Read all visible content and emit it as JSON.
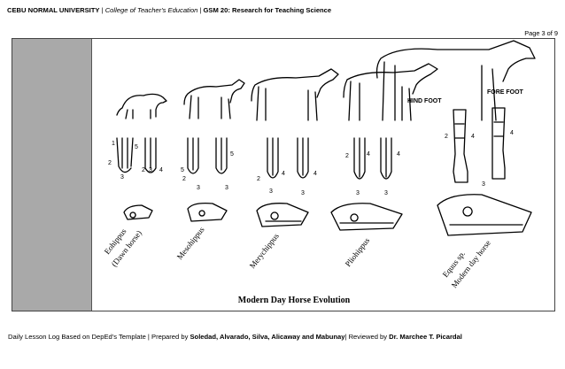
{
  "header": {
    "university": "CEBU NORMAL UNIVERSITY",
    "sep1": " | ",
    "college": "College of Teacher's Education",
    "sep2": " | ",
    "course": "GSM 20: Research for Teaching Science"
  },
  "page_number": "Page 3 of 9",
  "figure": {
    "title": "Modern Day Horse Evolution",
    "hind_foot": "HIND FOOT",
    "fore_foot": "FORE FOOT",
    "species": [
      {
        "name": "Eohippus",
        "alt": "(Dawn horse)"
      },
      {
        "name": "Mesohippus"
      },
      {
        "name": "Merychippus"
      },
      {
        "name": "Pliohippus"
      },
      {
        "name": "Equus sp.",
        "alt": "Modern day horse"
      }
    ],
    "digit_labels": [
      "1",
      "2",
      "3",
      "4",
      "5"
    ]
  },
  "footer": {
    "prefix": "Daily Lesson Log Based on DepEd's Template | Prepared by ",
    "authors": "Soledad, Alvarado, Silva, Alicaway and Mabunay",
    "middle": "| Reviewed by ",
    "reviewer": "Dr. Marchee T.  Picardal"
  }
}
